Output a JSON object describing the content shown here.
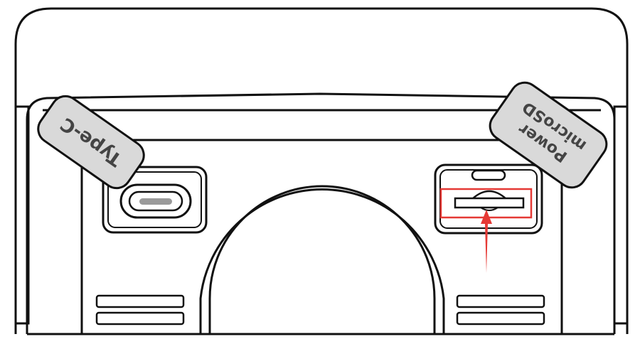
{
  "labels": {
    "type_c": "Type-C",
    "power": "Power",
    "microsd": "microSD"
  },
  "colors": {
    "outline": "#111111",
    "port_slot": "#9a9a9a",
    "tag_fill": "#d9d9d9",
    "tag_text": "#444444",
    "highlight": "#e53935"
  },
  "icons": {
    "pointer": "up-arrow-icon"
  }
}
